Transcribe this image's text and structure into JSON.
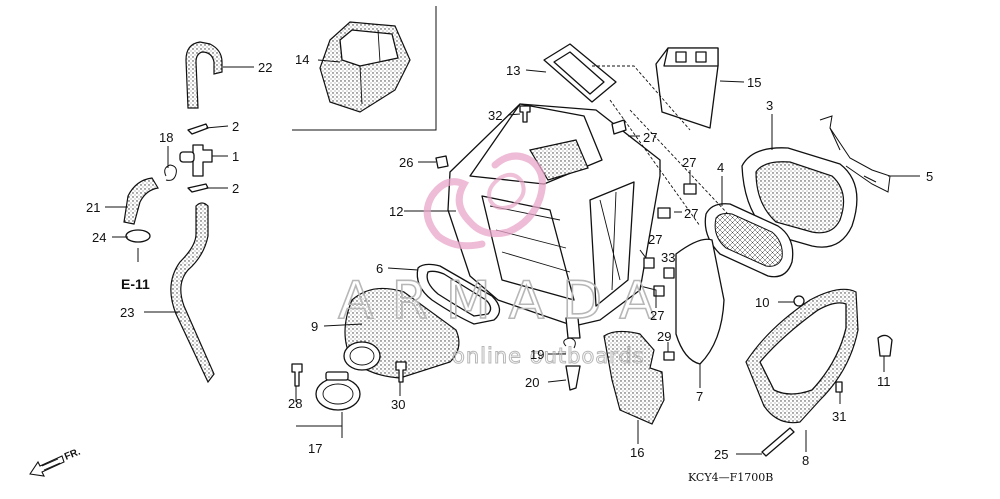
{
  "diagram": {
    "drawing_code": "KCY4—F1700B",
    "reference_label": "E-11",
    "direction_label": "FR.",
    "watermark": {
      "brand": "ARMADA",
      "tagline": "online outboards",
      "accent_color": "#e8a6c8"
    },
    "callouts": [
      {
        "id": "c1",
        "text": "1"
      },
      {
        "id": "c2a",
        "text": "2"
      },
      {
        "id": "c2b",
        "text": "2"
      },
      {
        "id": "c3",
        "text": "3"
      },
      {
        "id": "c4",
        "text": "4"
      },
      {
        "id": "c5",
        "text": "5"
      },
      {
        "id": "c6",
        "text": "6"
      },
      {
        "id": "c8",
        "text": "8"
      },
      {
        "id": "c9",
        "text": "9"
      },
      {
        "id": "c10",
        "text": "10"
      },
      {
        "id": "c11",
        "text": "11"
      },
      {
        "id": "c12",
        "text": "12"
      },
      {
        "id": "c13",
        "text": "13"
      },
      {
        "id": "c14",
        "text": "14"
      },
      {
        "id": "c15",
        "text": "15"
      },
      {
        "id": "c16",
        "text": "16"
      },
      {
        "id": "c17",
        "text": "17"
      },
      {
        "id": "c18",
        "text": "18"
      },
      {
        "id": "c19",
        "text": "19"
      },
      {
        "id": "c20",
        "text": "20"
      },
      {
        "id": "c21",
        "text": "21"
      },
      {
        "id": "c22",
        "text": "22"
      },
      {
        "id": "c23",
        "text": "23"
      },
      {
        "id": "c24",
        "text": "24"
      },
      {
        "id": "c25",
        "text": "25"
      },
      {
        "id": "c26",
        "text": "26"
      },
      {
        "id": "c27a",
        "text": "27"
      },
      {
        "id": "c27b",
        "text": "27"
      },
      {
        "id": "c27c",
        "text": "27"
      },
      {
        "id": "c27d",
        "text": "27"
      },
      {
        "id": "c27e",
        "text": "27"
      },
      {
        "id": "c28",
        "text": "28"
      },
      {
        "id": "c29",
        "text": "29"
      },
      {
        "id": "c30",
        "text": "30"
      },
      {
        "id": "c31",
        "text": "31"
      },
      {
        "id": "c32",
        "text": "32"
      },
      {
        "id": "c33",
        "text": "33"
      },
      {
        "id": "c7",
        "text": "7"
      }
    ]
  }
}
